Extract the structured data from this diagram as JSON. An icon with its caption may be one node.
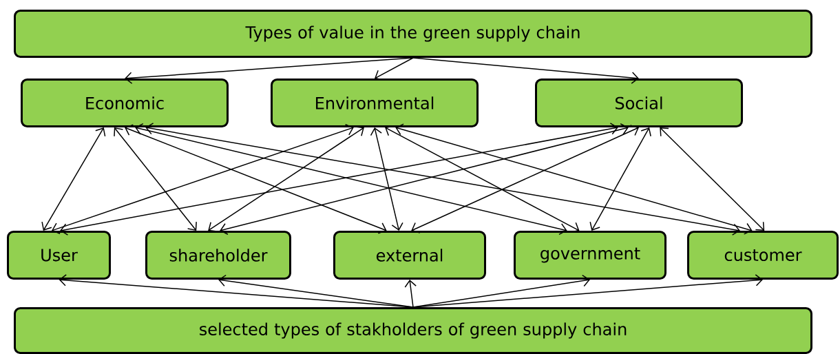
{
  "diagram": {
    "nodes": [
      {
        "text": [
          "Types of value in the green supply chain"
        ]
      },
      {
        "text": [
          "Economic"
        ]
      },
      {
        "text": [
          "Environmental"
        ]
      },
      {
        "text": [
          "Social"
        ]
      },
      {
        "text": [
          "User"
        ]
      },
      {
        "text": [
          "shareholder"
        ]
      },
      {
        "text": [
          "external"
        ]
      },
      {
        "text": [
          "government"
        ]
      },
      {
        "text": [
          "customer"
        ]
      },
      {
        "text": [
          "selected types of stakholders of green supply chain"
        ]
      }
    ],
    "edges": [
      {
        "from": 0,
        "to": 1,
        "arrow": "to"
      },
      {
        "from": 0,
        "to": 2,
        "arrow": "to"
      },
      {
        "from": 0,
        "to": 3,
        "arrow": "to"
      },
      {
        "from": 1,
        "to": 4,
        "arrow": "both"
      },
      {
        "from": 1,
        "to": 5,
        "arrow": "both"
      },
      {
        "from": 1,
        "to": 6,
        "arrow": "both"
      },
      {
        "from": 1,
        "to": 7,
        "arrow": "both"
      },
      {
        "from": 1,
        "to": 8,
        "arrow": "both"
      },
      {
        "from": 2,
        "to": 4,
        "arrow": "both"
      },
      {
        "from": 2,
        "to": 5,
        "arrow": "both"
      },
      {
        "from": 2,
        "to": 6,
        "arrow": "both"
      },
      {
        "from": 2,
        "to": 7,
        "arrow": "both"
      },
      {
        "from": 2,
        "to": 8,
        "arrow": "both"
      },
      {
        "from": 3,
        "to": 4,
        "arrow": "both"
      },
      {
        "from": 3,
        "to": 5,
        "arrow": "both"
      },
      {
        "from": 3,
        "to": 6,
        "arrow": "both"
      },
      {
        "from": 3,
        "to": 7,
        "arrow": "both"
      },
      {
        "from": 3,
        "to": 8,
        "arrow": "both"
      },
      {
        "from": 9,
        "to": 4,
        "arrow": "to"
      },
      {
        "from": 9,
        "to": 5,
        "arrow": "to"
      },
      {
        "from": 9,
        "to": 6,
        "arrow": "to"
      },
      {
        "from": 9,
        "to": 7,
        "arrow": "to"
      },
      {
        "from": 9,
        "to": 8,
        "arrow": "to"
      }
    ]
  }
}
